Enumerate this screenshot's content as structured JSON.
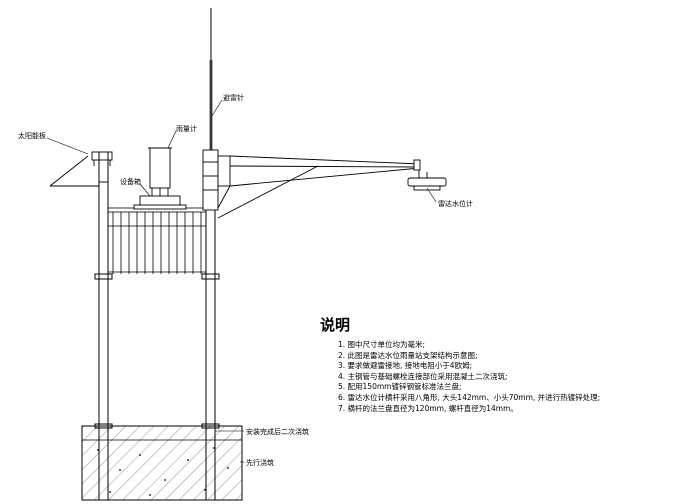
{
  "labels": {
    "lightning_rod": "避雷针",
    "rain_gauge": "雨量计",
    "solar_panel": "太阳能板",
    "equipment_box": "设备箱",
    "radar_level_meter": "雷达水位计",
    "second_pour": "安装完成后二次浇筑",
    "first_pour": "先行浇筑"
  },
  "notes": {
    "title": "说明",
    "items": [
      "1. 图中尺寸单位均为毫米;",
      "2. 此图是雷达水位雨量站支架结构示意图;",
      "3. 要求做避雷接地, 接地电阻小于4欧姆;",
      "4. 主钢管与基础螺栓连接部位采用混凝土二次浇筑;",
      "5. 配用150mm镀锌钢管标准法兰盘;",
      "6. 雷达水位计横杆采用八角形, 大头142mm、小头70mm, 并进行热镀锌处理;",
      "7. 横杆的法兰盘直径为120mm, 螺杆直径为14mm。"
    ]
  },
  "colors": {
    "line": "#000000",
    "hatch": "#555555"
  }
}
